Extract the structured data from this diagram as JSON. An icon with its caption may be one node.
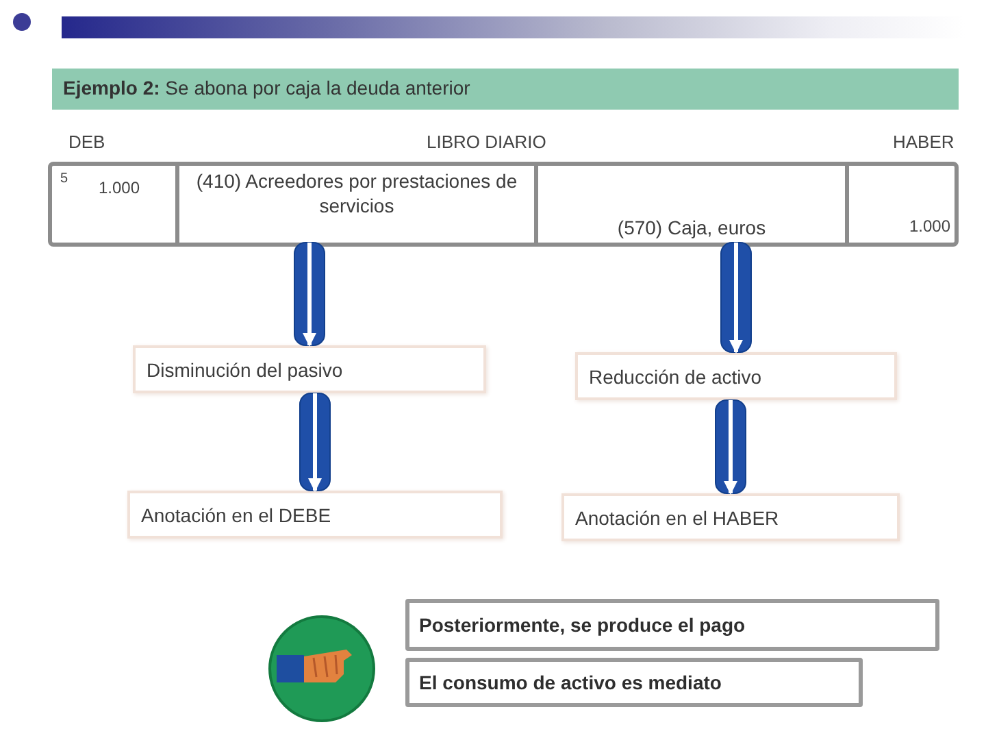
{
  "diagram": {
    "title": "**Ejemplo 2:** Se abona por caja la deuda anterior",
    "nodes": [
      {
        "text": [
          "(410) Acreedores por prestaciones de servicios"
        ]
      },
      {
        "text": [
          "(570) Caja, euros"
        ]
      },
      {
        "text": [
          "Disminución del pasivo"
        ]
      },
      {
        "text": [
          "Reducción de activo"
        ]
      },
      {
        "text": [
          "Anotación en el DEBE"
        ]
      },
      {
        "text": [
          "Anotación en el HABER"
        ]
      },
      {
        "text": [
          "Posteriormente, se produce el pago"
        ]
      },
      {
        "text": [
          "El consumo de activo es mediato"
        ]
      }
    ],
    "edges": [
      {
        "from": 0,
        "to": 2,
        "arrow": "to"
      },
      {
        "from": 2,
        "to": 4,
        "arrow": "to"
      },
      {
        "from": 1,
        "to": 3,
        "arrow": "to"
      },
      {
        "from": 3,
        "to": 5,
        "arrow": "to"
      }
    ],
    "labels": [
      "DEB",
      "LIBRO DIARIO",
      "HABER",
      "5",
      "1.000",
      "1.000"
    ]
  }
}
